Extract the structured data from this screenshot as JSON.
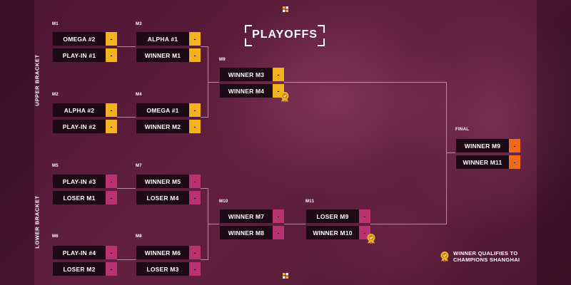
{
  "title": "PLAYOFFS",
  "bracket_labels": {
    "upper": "UPPER BRACKET",
    "lower": "LOWER BRACKET"
  },
  "colors": {
    "upper_score": "#f3b321",
    "lower_score": "#b8336f",
    "final_score": "#f06a1e",
    "card": "#1d0a14"
  },
  "matches": {
    "M1": {
      "label": "M1",
      "teams": [
        "OMEGA #2",
        "PLAY-IN #1"
      ],
      "scores": [
        "-",
        "-"
      ]
    },
    "M2": {
      "label": "M2",
      "teams": [
        "ALPHA #2",
        "PLAY-IN #2"
      ],
      "scores": [
        "-",
        "-"
      ]
    },
    "M3": {
      "label": "M3",
      "teams": [
        "ALPHA #1",
        "WINNER M1"
      ],
      "scores": [
        "-",
        "-"
      ]
    },
    "M4": {
      "label": "M4",
      "teams": [
        "OMEGA #1",
        "WINNER M2"
      ],
      "scores": [
        "-",
        "-"
      ]
    },
    "M5": {
      "label": "M5",
      "teams": [
        "PLAY-IN #3",
        "LOSER M1"
      ],
      "scores": [
        "-",
        "-"
      ]
    },
    "M6": {
      "label": "M6",
      "teams": [
        "PLAY-IN #4",
        "LOSER M2"
      ],
      "scores": [
        "-",
        "-"
      ]
    },
    "M7": {
      "label": "M7",
      "teams": [
        "WINNER M5",
        "LOSER M4"
      ],
      "scores": [
        "-",
        "-"
      ]
    },
    "M8": {
      "label": "M8",
      "teams": [
        "WINNER M6",
        "LOSER M3"
      ],
      "scores": [
        "-",
        "-"
      ]
    },
    "M9": {
      "label": "M9",
      "teams": [
        "WINNER M3",
        "WINNER M4"
      ],
      "scores": [
        "-",
        "-"
      ]
    },
    "M10": {
      "label": "M10",
      "teams": [
        "WINNER M7",
        "WINNER M8"
      ],
      "scores": [
        "-",
        "-"
      ]
    },
    "M11": {
      "label": "M11",
      "teams": [
        "LOSER M9",
        "WINNER M10"
      ],
      "scores": [
        "-",
        "-"
      ]
    },
    "FINAL": {
      "label": "FINAL",
      "teams": [
        "WINNER M9",
        "WINNER M11"
      ],
      "scores": [
        "-",
        "-"
      ]
    }
  },
  "qualify_note": {
    "line1": "WINNER QUALIFIES TO",
    "line2": "CHAMPIONS SHANGHAI"
  },
  "icons": {
    "medal": "medal-icon",
    "deco": "checker-diamond-icon"
  }
}
